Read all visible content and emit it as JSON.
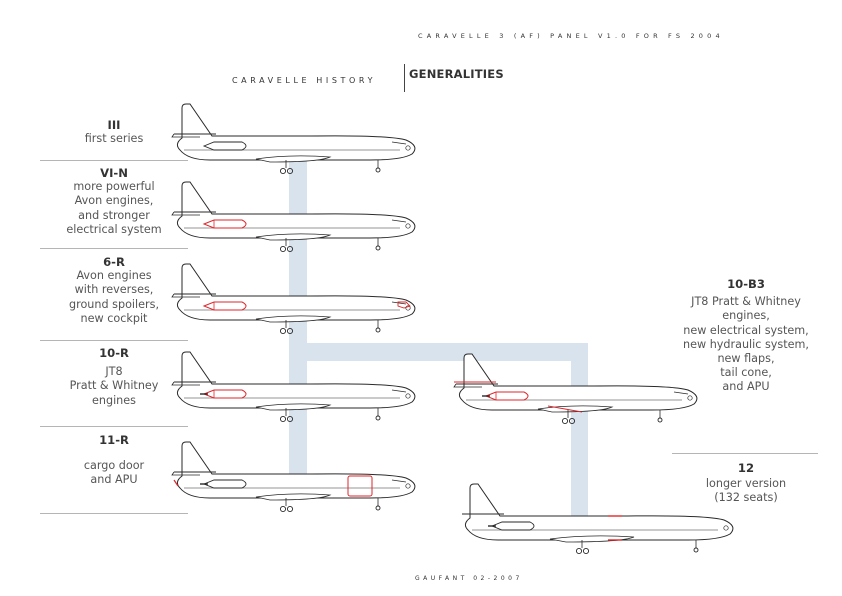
{
  "header": {
    "panel_title": "CARAVELLE 3 (AF) PANEL V1.0 FOR FS 2004"
  },
  "tabs": {
    "history": "CARAVELLE HISTORY",
    "generalities": "GENERALITIES"
  },
  "versions": [
    {
      "id": "III",
      "lines": [
        "first series"
      ]
    },
    {
      "id": "VI-N",
      "lines": [
        "more powerful",
        "Avon engines,",
        "and stronger",
        "electrical system"
      ]
    },
    {
      "id": "6-R",
      "lines": [
        "Avon engines",
        "with reverses,",
        "ground spoilers,",
        "new cockpit"
      ]
    },
    {
      "id": "10-R",
      "lines": [
        "JT8",
        "Pratt & Whitney",
        "engines"
      ]
    },
    {
      "id": "11-R",
      "lines": [
        "",
        "cargo door",
        "and APU"
      ]
    },
    {
      "id": "10-B3",
      "lines": [
        "JT8 Pratt & Whitney",
        "engines,",
        "new electrical system,",
        "new hydraulic system,",
        "new flaps,",
        "tail cone,",
        "and APU"
      ]
    },
    {
      "id": "12",
      "lines": [
        "longer version",
        "(132 seats)"
      ]
    }
  ],
  "footer": {
    "credit": "GAUFANT 02-2007"
  },
  "colors": {
    "connector": "#d8e3ee",
    "outline": "#2a2a2a",
    "modification": "#e0262b",
    "rule": "#b5b5b5"
  }
}
